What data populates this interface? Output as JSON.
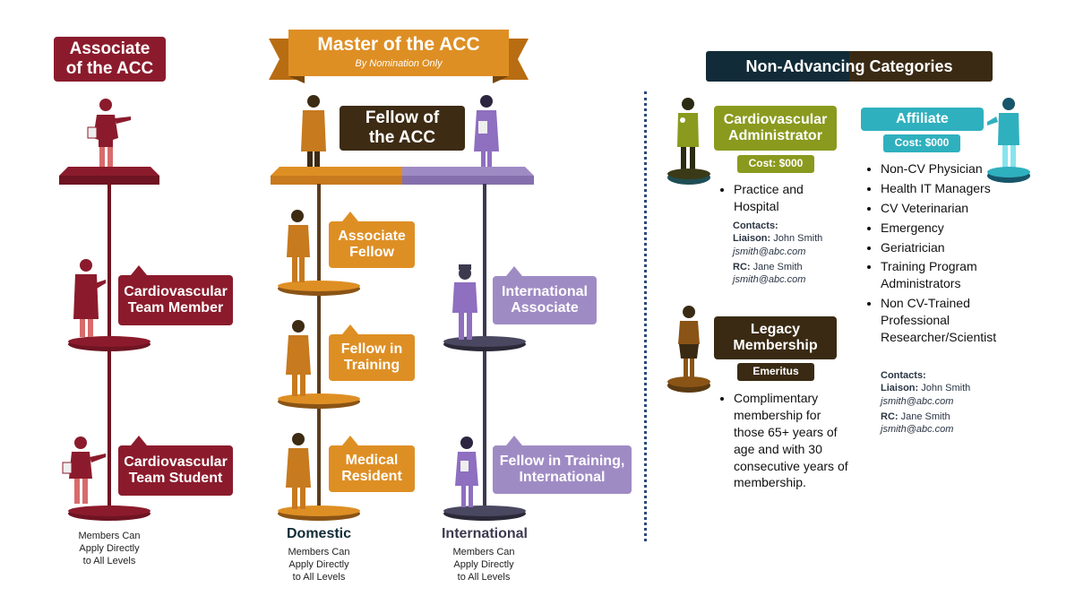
{
  "colors": {
    "associate": "#8b1b2c",
    "associate_fig": "#d86b6b",
    "domestic": "#de8f24",
    "domestic_fig": "#c77a1e",
    "intl": "#9f8bc4",
    "intl_fig": "#8e6fc0",
    "pole_dom": "#5c3d1c",
    "pole_intl": "#3c3a4f",
    "dark": "#3a2a13",
    "navy": "#122b38",
    "olive": "#8a9a1e",
    "teal": "#2fb0be",
    "fellow_box": "#3d2b14"
  },
  "associate_header": {
    "line1": "Associate",
    "line2": "of the ACC"
  },
  "master": {
    "title": "Master of the ACC",
    "subtitle": "By Nomination Only"
  },
  "fellow": {
    "line1": "Fellow of",
    "line2": "the ACC"
  },
  "associate_track": {
    "team_member": {
      "line1": "Cardiovascular",
      "line2": "Team Member"
    },
    "team_student": {
      "line1": "Cardiovascular",
      "line2": "Team Student"
    },
    "footer": {
      "line1": "Members Can",
      "line2": "Apply Directly",
      "line3": "to All Levels"
    }
  },
  "domestic_track": {
    "associate_fellow": {
      "line1": "Associate",
      "line2": "Fellow"
    },
    "fellow_in_training": {
      "line1": "Fellow in",
      "line2": "Training"
    },
    "medical_resident": {
      "line1": "Medical",
      "line2": "Resident"
    },
    "label": "Domestic",
    "footer": {
      "line1": "Members Can",
      "line2": "Apply Directly",
      "line3": "to All Levels"
    }
  },
  "international_track": {
    "international_associate": {
      "line1": "International",
      "line2": "Associate"
    },
    "fit_international": {
      "line1": "Fellow in Training,",
      "line2": "International"
    },
    "label": "International",
    "footer": {
      "line1": "Members Can",
      "line2": "Apply Directly",
      "line3": "to All Levels"
    }
  },
  "non_advancing": {
    "title": "Non-Advancing Categories",
    "cv_admin": {
      "line1": "Cardiovascular",
      "line2": "Administrator",
      "cost": "Cost: $000",
      "bullets": [
        "Practice and Hospital"
      ],
      "contacts_label": "Contacts:",
      "liaison_label": "Liaison:",
      "liaison_name": "John Smith",
      "liaison_email": "jsmith@abc.com",
      "rc_label": "RC:",
      "rc_name": "Jane Smith",
      "rc_email": "jsmith@abc.com"
    },
    "affiliate": {
      "title": "Affiliate",
      "cost": "Cost: $000",
      "bullets": [
        "Non-CV Physician",
        "Health IT Managers",
        "CV Veterinarian",
        "Emergency",
        "Geriatrician",
        "Training Program Administrators",
        "Non CV-Trained Professional Researcher/Scientist"
      ],
      "contacts_label": "Contacts:",
      "liaison_label": "Liaison:",
      "liaison_name": "John Smith",
      "liaison_email": "jsmith@abc.com",
      "rc_label": "RC:",
      "rc_name": "Jane Smith",
      "rc_email": "jsmith@abc.com"
    },
    "legacy": {
      "line1": "Legacy",
      "line2": "Membership",
      "badge": "Emeritus",
      "bullets": [
        "Complimentary membership for those 65+ years of age and with 30 consecutive years of membership."
      ]
    }
  }
}
